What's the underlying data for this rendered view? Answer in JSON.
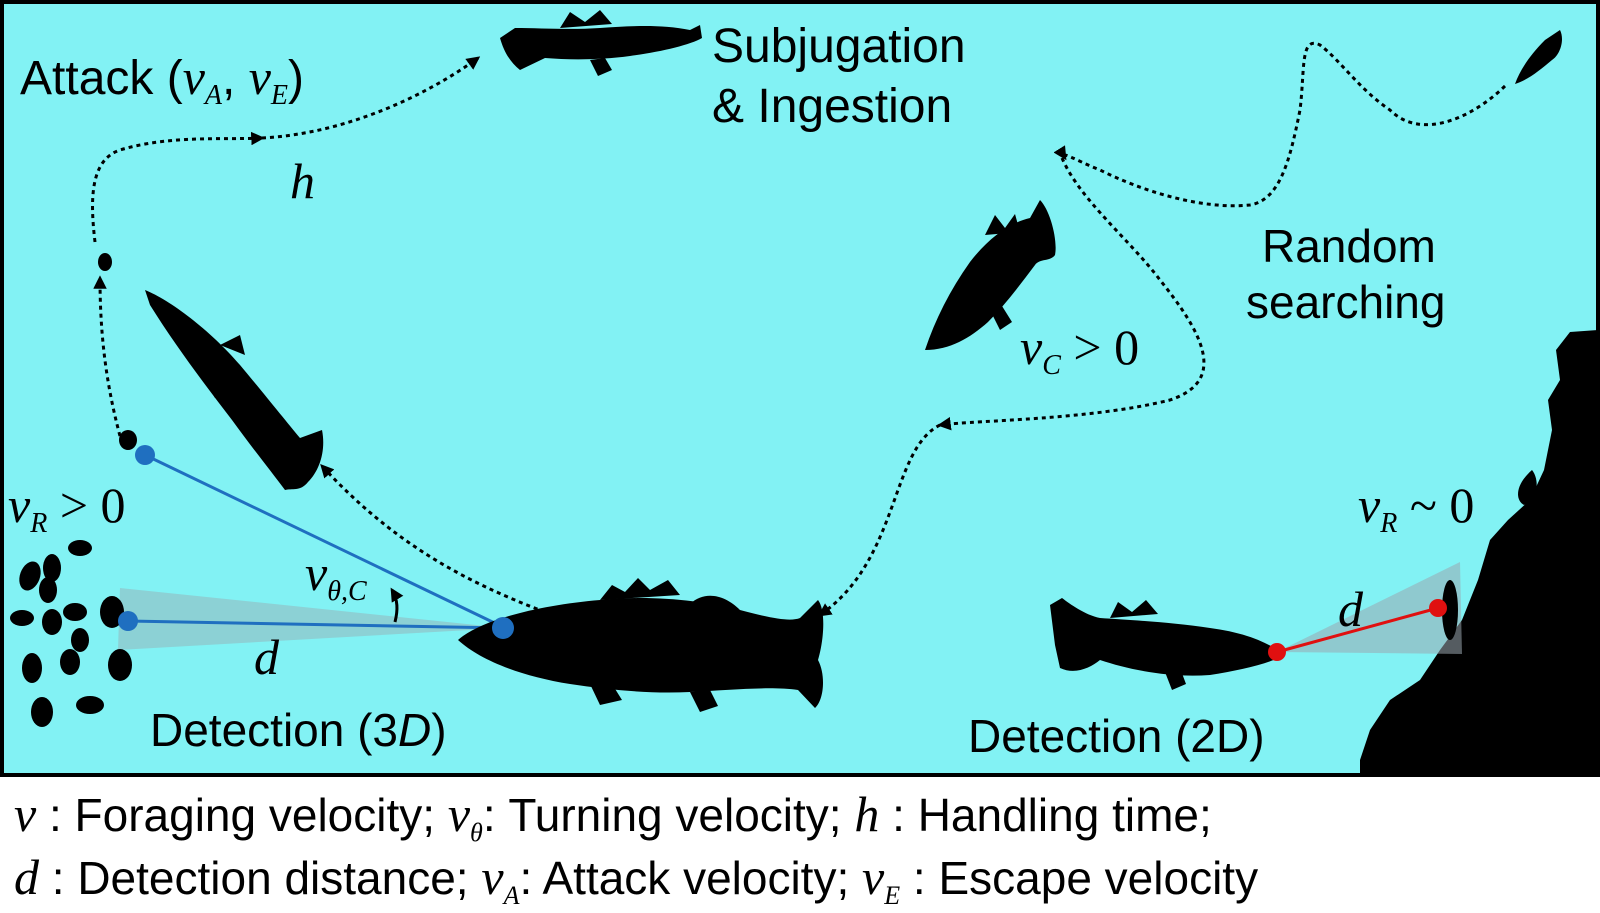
{
  "colors": {
    "water": "#82F2F4",
    "frame": "#000000",
    "detection_3d_line": "#1F6FC0",
    "detection_2d_line": "#E01010",
    "cone": "#9AA8B0",
    "silhouette": "#000000"
  },
  "labels": {
    "attack_prefix": "Attack (",
    "attack_v": "v",
    "attack_sub_a": "A",
    "attack_sep": ", ",
    "attack_sub_e": "E",
    "attack_suffix": ")",
    "handling": "h",
    "subjugation_line1": "Subjugation",
    "subjugation_line2": "& Ingestion",
    "random_line1": "Random",
    "random_line2": "searching",
    "vc_v": "v",
    "vc_sub": "C",
    "vc_rest": " > 0",
    "vr_v": "v",
    "vr_sub": "R",
    "vr_rest": " > 0",
    "vtheta_v": "v",
    "vtheta_sub": "θ,C",
    "d_left": "d",
    "detection3d_prefix": "Detection (3",
    "detection3d_italic": "D",
    "detection3d_suffix": ")",
    "vr2_v": "v",
    "vr2_sub": "R",
    "vr2_rest": " ~ 0",
    "d_right": "d",
    "detection2d": "Detection (2D)"
  },
  "legend": {
    "line1": {
      "s1": "v",
      "t1": " : Foraging velocity; ",
      "s2": "v",
      "s2sub": "θ",
      "t2": ": Turning velocity; ",
      "s3": "h",
      "t3": " : Handling time;"
    },
    "line2": {
      "s1": "d",
      "t1": " : Detection distance; ",
      "s2": "v",
      "s2sub": "A",
      "t2": ": Attack velocity; ",
      "s3": "v",
      "s3sub": "E",
      "t3": " : Escape velocity"
    }
  },
  "icons": [
    "fish-silhouette",
    "zooplankton-swarm",
    "benthic-prey",
    "rock-wall",
    "dotted-path-arrow"
  ]
}
